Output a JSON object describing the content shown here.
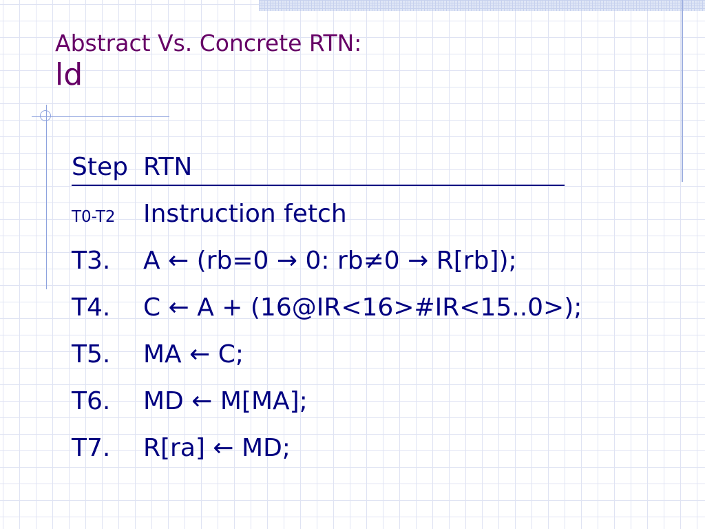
{
  "slide": {
    "title_line1": "Abstract Vs. Concrete RTN:",
    "title_line2": "ld"
  },
  "table": {
    "header": {
      "step": "Step",
      "rtn": "RTN"
    },
    "rows": [
      {
        "step": "T0-T2",
        "rtn": "Instruction fetch"
      },
      {
        "step": "T3.",
        "rtn": "A ← (rb=0 → 0:  rb≠0 → R[rb]);"
      },
      {
        "step": "T4.",
        "rtn": "C ← A + (16@IR<16>#IR<15..0>);"
      },
      {
        "step": "T5.",
        "rtn": "MA ← C;"
      },
      {
        "step": "T6.",
        "rtn": "MD ← M[MA];"
      },
      {
        "step": "T7.",
        "rtn": "R[ra] ← MD;"
      }
    ]
  },
  "colors": {
    "title": "#660066",
    "body": "#000080",
    "grid": "#dfe3f3",
    "accent_rule": "#8ea3de"
  }
}
